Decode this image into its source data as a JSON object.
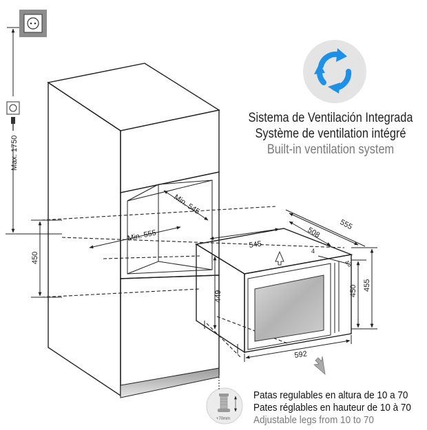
{
  "captions": {
    "line_es": "Sistema de Ventilación Integrada",
    "line_fr": "Système de ventilation intégré",
    "line_en": "Built-in ventilation system"
  },
  "legs_note": {
    "line_es": "Patas regulables en altura de 10 a 70",
    "line_fr": "Pates réglables en hauteur de 10 à 70",
    "line_en": "Adjustable legs from 10 to 70"
  },
  "dimensions": {
    "max_height": "Max. 1750",
    "niche_width": "Min. 555",
    "niche_depth": "Min. 545",
    "niche_height": "450",
    "unit_depth_total": "555",
    "unit_depth_body": "508",
    "unit_width_top": "545",
    "unit_offset_a": "4",
    "unit_offset_b": "43",
    "unit_height_body": "450",
    "unit_height_total": "455",
    "unit_front_height": "449",
    "unit_width_front": "592",
    "leg_range": "+70mm"
  },
  "icons": {
    "socket_top": "wall-socket-icon",
    "socket_side": "power-plug-icon",
    "ventilation": "circular-arrows-icon",
    "legs": "adjustable-leg-icon"
  },
  "colors": {
    "ventilation_disc": "#e4e4e4",
    "ventilation_arrows": "#1e90e6",
    "glass_door": "#bcbcbc",
    "line": "#222222"
  }
}
